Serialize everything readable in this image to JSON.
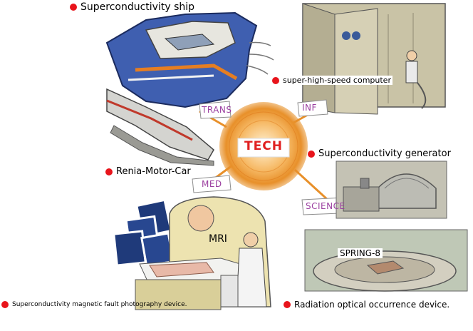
{
  "center": {
    "label": "TECH"
  },
  "branches": {
    "trans": "TRANS",
    "inf": "INF",
    "med": "MED",
    "science": "SCIENCE"
  },
  "applications": {
    "ship": "Superconductivity ship",
    "computer": "super-high-speed computer",
    "generator": "Superconductivity generator",
    "car": "Renia-Motor-Car",
    "mri_device": "Superconductivity magnetic fault photography device.",
    "radiation": "Radiation optical occurrence device."
  },
  "inline_labels": {
    "mri": "MRI",
    "spring8": "SPRING-8"
  },
  "colors": {
    "bullet": "#e8141b",
    "branch_text": "#9b3fa0",
    "center_red": "#e02020",
    "burst_orange": "#e8902a"
  }
}
